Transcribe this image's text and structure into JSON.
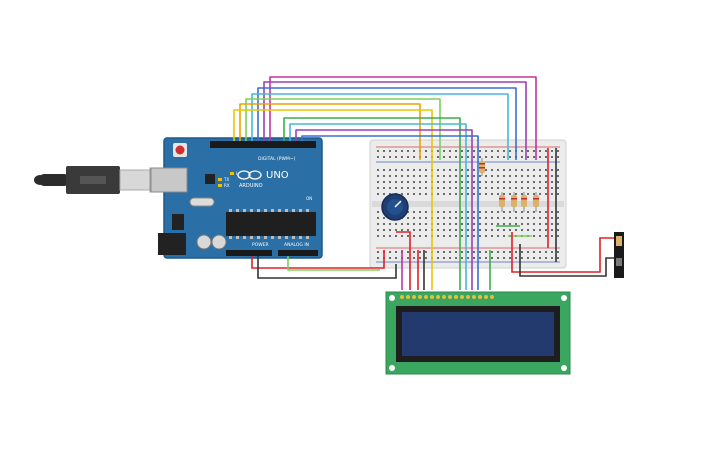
{
  "arduino": {
    "brand": "ARDUINO",
    "model": "UNO",
    "digital_label": "DIGITAL (PWM~)",
    "power_label": "POWER",
    "analog_label": "ANALOG IN",
    "tx_label": "TX",
    "rx_label": "RX",
    "l_label": "L",
    "on_label": "ON"
  },
  "colors": {
    "board": "#2a6fa5",
    "board_edge": "#1d5a8a",
    "breadboard": "#ececec",
    "lcd_pcb": "#3aa660",
    "lcd_screen": "#223a6e",
    "wire_red": "#e0202a",
    "wire_black": "#333333",
    "wire_orange": "#f0a000",
    "wire_yellow": "#e8c800",
    "wire_purple": "#9b3fb5",
    "wire_magenta": "#c0359e",
    "wire_blue": "#3a6fd0",
    "wire_cyan": "#46b8d8",
    "wire_green": "#3cae4a",
    "wire_lightgreen": "#7bd05a",
    "wire_grey": "#8a8a8a"
  },
  "icons": {
    "usb": "usb-cable-icon",
    "potentiometer": "potentiometer-knob-icon",
    "resistor": "resistor-icon",
    "sensor": "photoresistor-module-icon"
  }
}
